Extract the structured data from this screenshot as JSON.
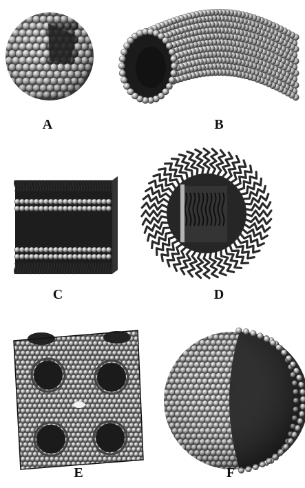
{
  "panels": [
    {
      "id": "A",
      "label": "A",
      "structure": "spherical-micelle-icon"
    },
    {
      "id": "B",
      "label": "B",
      "structure": "cylindrical-micelle-icon"
    },
    {
      "id": "C",
      "label": "C",
      "structure": "lamellar-bilayer-stack-icon"
    },
    {
      "id": "D",
      "label": "D",
      "structure": "reverse-micelle-icon"
    },
    {
      "id": "E",
      "label": "E",
      "structure": "bicontinuous-cubic-phase-icon"
    },
    {
      "id": "F",
      "label": "F",
      "structure": "vesicle-icon"
    }
  ],
  "colors": {
    "bead_light": "#e6e6e6",
    "bead_mid": "#9a9a9a",
    "bead_dark": "#3a3a3a",
    "core_dark": "#1b1b1b",
    "tail": "#2a2a2a",
    "label": "#111111",
    "background": "#ffffff"
  }
}
